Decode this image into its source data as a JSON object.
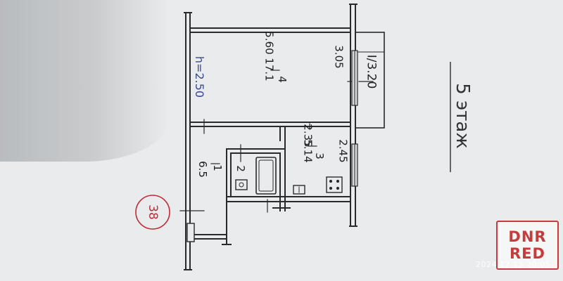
{
  "plan": {
    "floor_label": "5 этаж",
    "apartment_number": "38",
    "ceiling_height": "h=2.50",
    "stair_label": "I/3.20",
    "rooms": [
      {
        "number": "4",
        "area": "17.1"
      },
      {
        "number": "3",
        "area": "5.14"
      },
      {
        "number": "2",
        "area": ""
      },
      {
        "number": "1",
        "area": "6.5"
      }
    ],
    "dimensions": [
      "5.60",
      "3.05",
      "2.35",
      "2.45"
    ]
  },
  "watermark": {
    "logo_top": "DNR",
    "logo_bottom": "RED",
    "timestamp": "2024.12.13 20:05"
  },
  "colors": {
    "ink": "#2a2a2a",
    "circle": "#c22a35",
    "logo": "#c63b3b"
  }
}
